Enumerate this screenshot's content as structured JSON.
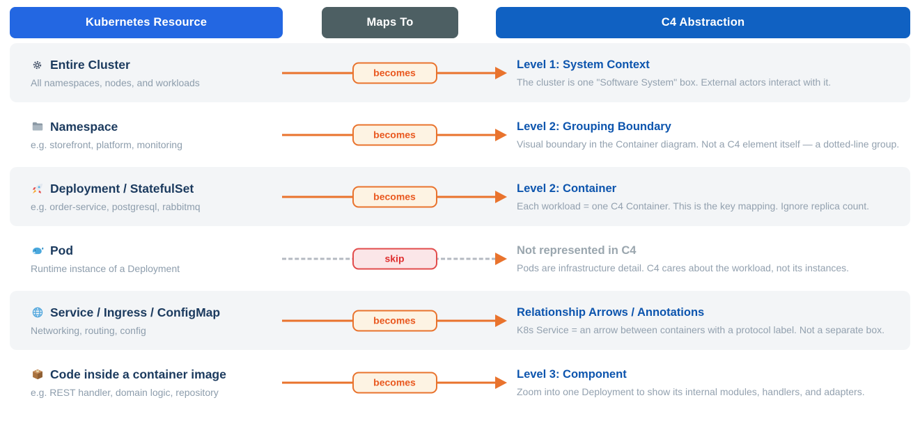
{
  "header": {
    "left": {
      "label": "Kubernetes Resource",
      "bg": "#2367e2"
    },
    "middle": {
      "label": "Maps To",
      "bg": "#4d5f63"
    },
    "right": {
      "label": "C4 Abstraction",
      "bg": "#1061c2"
    }
  },
  "colors": {
    "accent_orange": "#e9732d",
    "becomes_text": "#e9581f",
    "becomes_fill": "#fdf3e3",
    "skip_border": "#e24b4b",
    "skip_text": "#df2f2f",
    "skip_fill": "#fbe6e8",
    "row_alt_bg": "#f3f5f7",
    "k8s_title_color": "#1b3a5e",
    "c4_title_color": "#0d55ae",
    "muted_title_color": "#9aa6ae",
    "subtitle_color": "#8d9dac"
  },
  "rows": [
    {
      "icon": "kubernetes-wheel-icon",
      "k8s_title": "Entire Cluster",
      "k8s_subtitle": "All namespaces, nodes, and workloads",
      "badge": "becomes",
      "variant": "becomes",
      "c4_title": "Level 1: System Context",
      "c4_description": "The cluster is one \"Software System\" box. External actors interact with it."
    },
    {
      "icon": "folder-icon",
      "k8s_title": "Namespace",
      "k8s_subtitle": "e.g. storefront, platform, monitoring",
      "badge": "becomes",
      "variant": "becomes",
      "c4_title": "Level 2: Grouping Boundary",
      "c4_description": "Visual boundary in the Container diagram. Not a C4 element itself — a dotted-line group."
    },
    {
      "icon": "rocket-icon",
      "k8s_title": "Deployment / StatefulSet",
      "k8s_subtitle": "e.g. order-service, postgresql, rabbitmq",
      "badge": "becomes",
      "variant": "becomes",
      "c4_title": "Level 2: Container",
      "c4_description": "Each workload = one C4 Container. This is the key mapping. Ignore replica count."
    },
    {
      "icon": "whale-icon",
      "k8s_title": "Pod",
      "k8s_subtitle": "Runtime instance of a Deployment",
      "badge": "skip",
      "variant": "skip",
      "c4_title": "Not represented in C4",
      "c4_description": "Pods are infrastructure detail. C4 cares about the workload, not its instances."
    },
    {
      "icon": "globe-icon",
      "k8s_title": "Service / Ingress / ConfigMap",
      "k8s_subtitle": "Networking, routing, config",
      "badge": "becomes",
      "variant": "becomes",
      "c4_title": "Relationship Arrows / Annotations",
      "c4_description": "K8s Service = an arrow between containers with a protocol label. Not a separate box."
    },
    {
      "icon": "package-icon",
      "k8s_title": "Code inside a container image",
      "k8s_subtitle": "e.g. REST handler, domain logic, repository",
      "badge": "becomes",
      "variant": "becomes",
      "c4_title": "Level 3: Component",
      "c4_description": "Zoom into one Deployment to show its internal modules, handlers, and adapters."
    }
  ]
}
